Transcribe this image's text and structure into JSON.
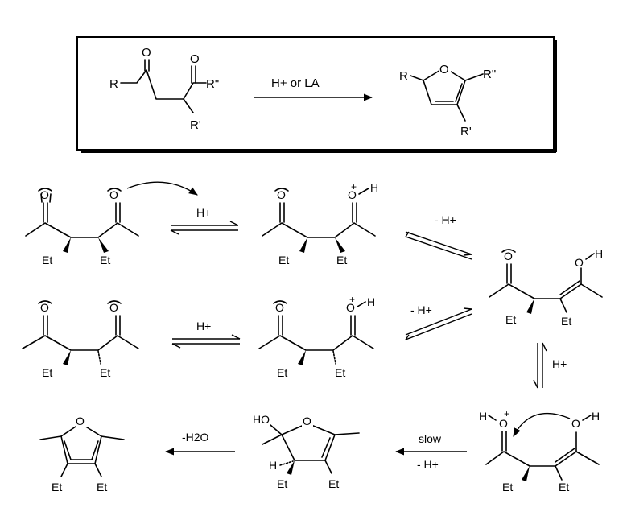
{
  "summary_box": {
    "reactant": {
      "R": "R",
      "O1": "O",
      "O2": "O",
      "R2": "R\"",
      "R1": "R'"
    },
    "condition": "H+ or LA",
    "product": {
      "R": "R",
      "O": "O",
      "R2": "R\"",
      "R1": "R'"
    }
  },
  "labels": {
    "O": "O",
    "Et": "Et",
    "H": "H",
    "plus": "+",
    "Hplus": "H+",
    "minusHplus": "- H+",
    "slow": "slow",
    "minusH2O": "-H2O",
    "HO": "HO"
  },
  "mechanism": {
    "step1_reagent": "H+",
    "step2_reagent": "- H+",
    "step3_reagent": "- H+",
    "step4_reagent": "H+",
    "step5_reagent": "H+",
    "step6_reagent_top": "slow",
    "step6_reagent_bottom": "- H+",
    "step7_reagent": "-H2O"
  }
}
